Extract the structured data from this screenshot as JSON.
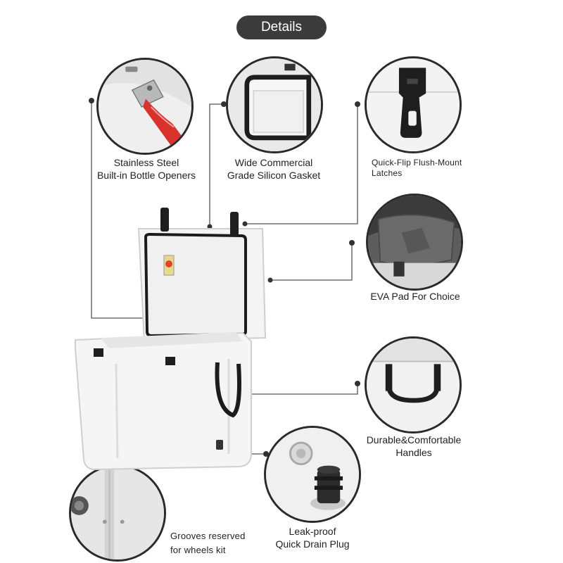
{
  "header": {
    "title": "Details"
  },
  "features": {
    "bottle_opener": {
      "line1": "Stainless Steel",
      "line2": "Built-in Bottle Openers"
    },
    "gasket": {
      "line1": "Wide Commercial",
      "line2": "Grade Silicon Gasket"
    },
    "latches": {
      "line1": "Quick-Flip Flush-Mount",
      "line2": "Latches"
    },
    "eva_pad": {
      "line1": "EVA Pad For Choice"
    },
    "handles": {
      "line1": "Durable&Comfortable",
      "line2": "Handles"
    },
    "drain_plug": {
      "line1": "Leak-proof",
      "line2": "Quick Drain Plug"
    },
    "grooves": {
      "line1": "Grooves reserved",
      "line2": "for wheels kit"
    }
  },
  "colors": {
    "pill": "#3b3b3b",
    "line": "#444444",
    "latch": "#1e1e1e",
    "opener_red": "#d8322c"
  }
}
